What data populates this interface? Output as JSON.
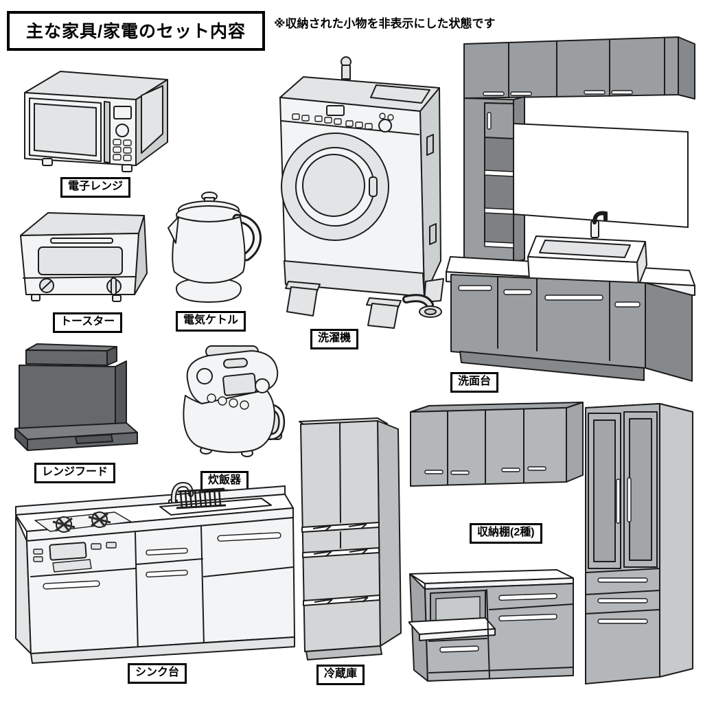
{
  "header": {
    "title": "主な家具/家電のセット内容",
    "note": "※収納された小物を非表示にした状態です"
  },
  "items": [
    {
      "id": "microwave",
      "label": "電子レンジ"
    },
    {
      "id": "toaster",
      "label": "トースター"
    },
    {
      "id": "electric-kettle",
      "label": "電気ケトル"
    },
    {
      "id": "washing-machine",
      "label": "洗濯機"
    },
    {
      "id": "washbasin",
      "label": "洗面台"
    },
    {
      "id": "range-hood",
      "label": "レンジフード"
    },
    {
      "id": "rice-cooker",
      "label": "炊飯器"
    },
    {
      "id": "sink-unit",
      "label": "シンク台"
    },
    {
      "id": "refrigerator",
      "label": "冷蔵庫"
    },
    {
      "id": "storage-shelves",
      "label": "収納棚(2種)"
    }
  ],
  "palette": {
    "outline": "#1c1c1c",
    "white_appliance": "#f3f4f5",
    "light_shade": "#e2e4e5",
    "deep_shade": "#cdd0d1",
    "vanity_gray": "#9b9ea0",
    "storage_gray": "#b4b7b9",
    "hood_dark_gray": "#66696c",
    "fridge_gray": "#d3d5d6",
    "label_background": "#ffffff",
    "label_border": "#000000"
  }
}
